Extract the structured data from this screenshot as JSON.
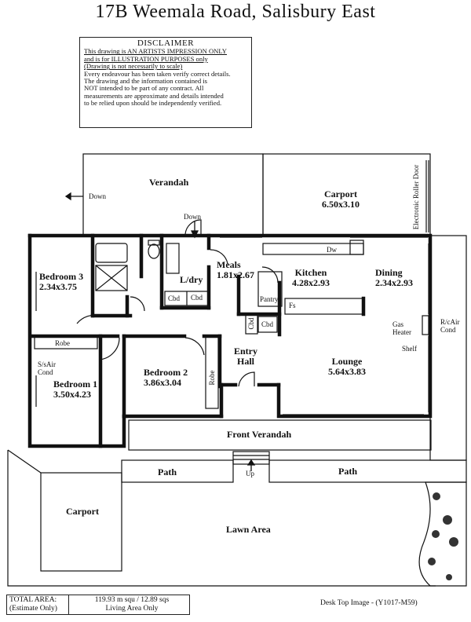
{
  "title": "17B  Weemala Road, Salisbury East",
  "disclaimer": {
    "heading": "DISCLAIMER",
    "line1": "This drawing is AN ARTISTS IMPRESSION ONLY",
    "line2": "and is for ILLUSTRATION PURPOSES only",
    "line3": "(Drawing is not necessarily to scale)",
    "line4": "Every endeavour has been taken verify correct details.",
    "line5": "The drawing and the information contained is",
    "line6": "NOT intended to be part of any contract.  All",
    "line7": "measurements are approximate and details intended",
    "line8": "to be relied upon should be independently verified."
  },
  "rooms": {
    "verandah": "Verandah",
    "carport_top": {
      "name": "Carport",
      "dim": "6.50x3.10"
    },
    "bedroom3": {
      "name": "Bedroom 3",
      "dim": "2.34x3.75"
    },
    "ldry": "L/dry",
    "meals": {
      "name": "Meals",
      "dim": "1.81x2.67"
    },
    "kitchen": {
      "name": "Kitchen",
      "dim": "4.28x2.93"
    },
    "dining": {
      "name": "Dining",
      "dim": "2.34x2.93"
    },
    "bedroom1": {
      "name": "Bedroom 1",
      "dim": "3.50x4.23"
    },
    "bedroom2": {
      "name": "Bedroom 2",
      "dim": "3.86x3.04"
    },
    "entry": {
      "line1": "Entry",
      "line2": "Hall"
    },
    "lounge": {
      "name": "Lounge",
      "dim": "5.64x3.83"
    },
    "front_verandah": "Front Verandah",
    "path_left": "Path",
    "path_right": "Path",
    "carport_bottom": "Carport",
    "lawn": "Lawn Area"
  },
  "small_labels": {
    "down_left": "Down",
    "down_mid": "Down",
    "electronic_roller_door": "Electronic Roller Door",
    "dw": "Dw",
    "cbd1": "Cbd",
    "cbd2": "Cbd",
    "cbd3": "Cbd",
    "cbd4": "Cbd",
    "pantry": "Pantry",
    "fs": "Fs",
    "robe1": "Robe",
    "robe2": "Robe",
    "gas_heater_1": "Gas",
    "gas_heater_2": "Heater",
    "rc_air_1": "R/cAir",
    "rc_air_2": "Cond",
    "shelf": "Shelf",
    "ss_air_1": "S/sAir",
    "ss_air_2": "Cond",
    "up": "Up"
  },
  "footer": {
    "total_label_1": "TOTAL AREA:",
    "total_label_2": "(Estimate Only)",
    "total_value_1": "119.93 m squ  /  12.89 sqs",
    "total_value_2": "Living Area Only",
    "ref": "Desk Top Image - (Y1017-M59)"
  }
}
